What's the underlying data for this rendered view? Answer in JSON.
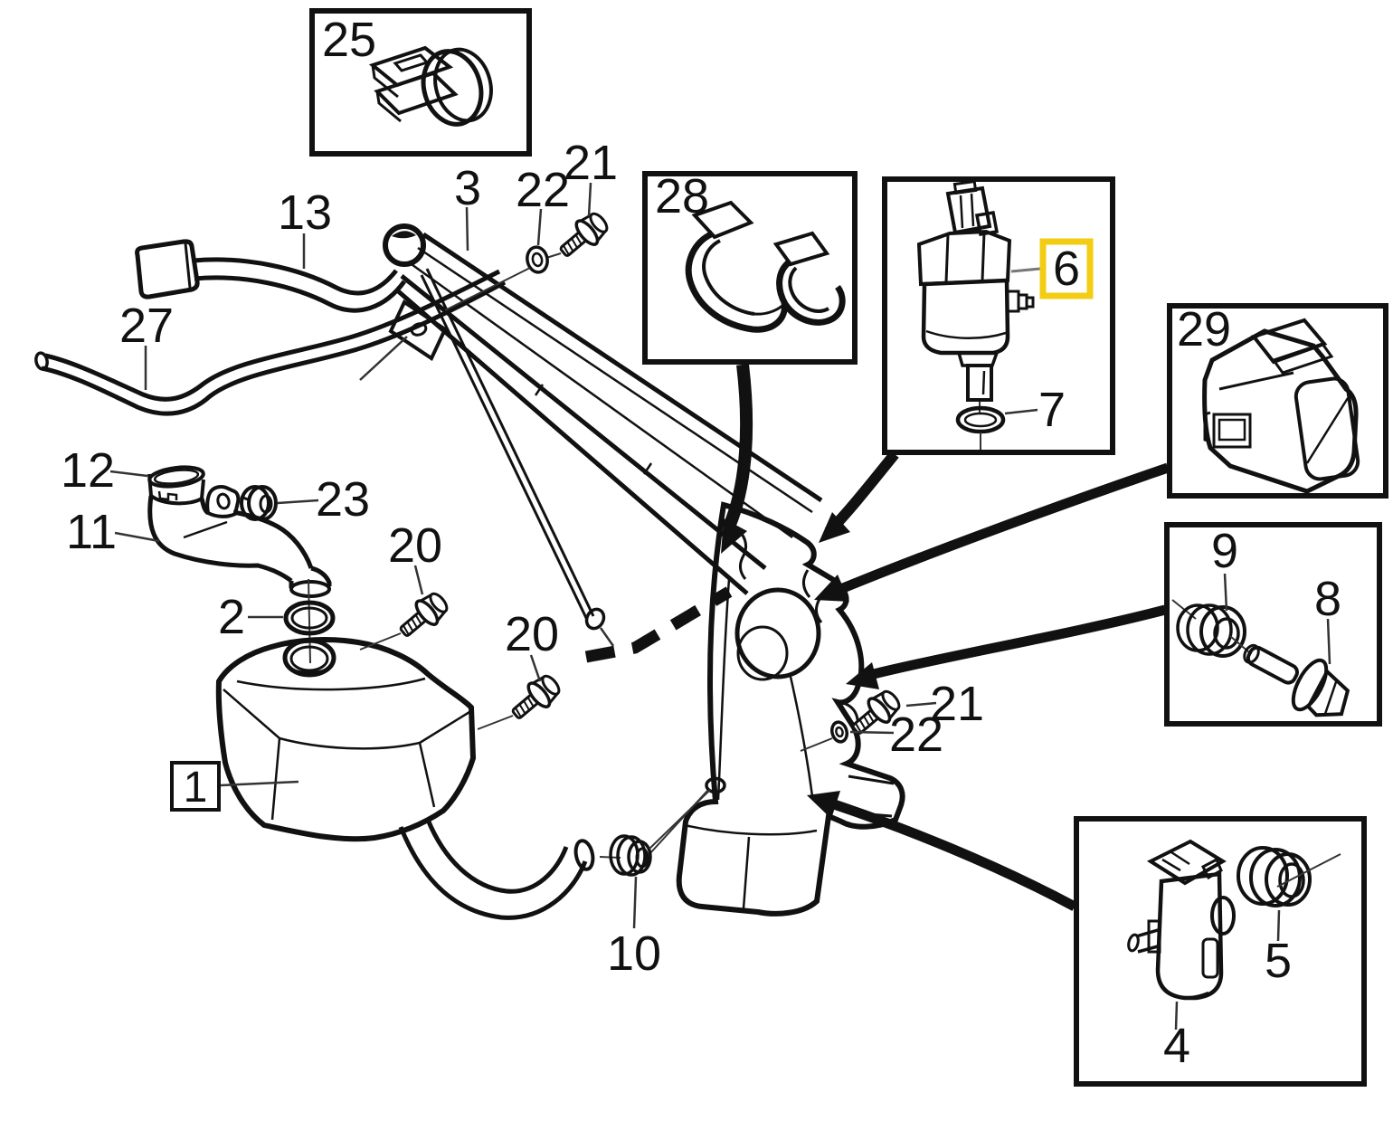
{
  "diagram": {
    "type": "exploded-parts-diagram",
    "background": "#ffffff",
    "line_color": "#111111",
    "highlight_color": "#f2cd13",
    "leader_color": "#555555"
  },
  "callouts": {
    "c1": "1",
    "c2": "2",
    "c3": "3",
    "c4": "4",
    "c5": "5",
    "c6": "6",
    "c7": "7",
    "c8": "8",
    "c9": "9",
    "c10": "10",
    "c11": "11",
    "c12": "12",
    "c13": "13",
    "c20a": "20",
    "c20b": "20",
    "c21a": "21",
    "c21b": "21",
    "c22a": "22",
    "c22b": "22",
    "c23": "23",
    "c25": "25",
    "c27": "27",
    "c28": "28",
    "c29": "29"
  }
}
